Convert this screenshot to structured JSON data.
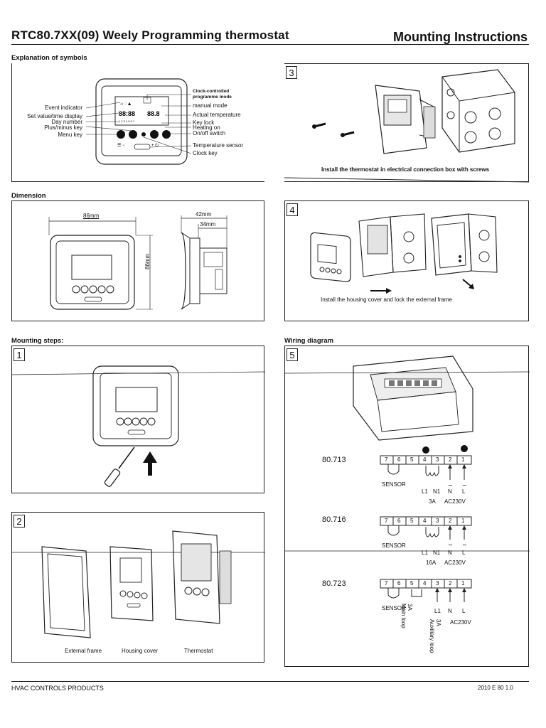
{
  "header": {
    "title": "RTC80.7XX(09) Weely Programming thermostat",
    "right_title": "Mounting Instructions"
  },
  "symbols": {
    "heading": "Explanation of symbols",
    "left_labels": [
      "Event indicator",
      "Set value/time display",
      "Day number",
      "Plus/minus key",
      "Menu key"
    ],
    "right_labels": [
      "Clock-controlled",
      "programme mode",
      "manual mode",
      "Actual temperature",
      "Key lock",
      "Heating on",
      "On/off switch",
      "Temperature sensor",
      "Clock key"
    ],
    "display_digits_1": "88:88",
    "display_digits_2": "88.8",
    "day_strip": "1 2 3 4 5 6 7"
  },
  "dimension": {
    "heading": "Dimension",
    "width": "86mm",
    "height": "86mm",
    "depth_total": "42mm",
    "depth_inner": "34mm"
  },
  "step3": {
    "number": "3",
    "caption": "Install the thermostat in electrical connection box with screws"
  },
  "step4": {
    "number": "4",
    "caption": "Install the housing cover and lock the external frame"
  },
  "mounting": {
    "heading": "Mounting steps:",
    "step1_number": "1",
    "step2_number": "2",
    "labels": [
      "External frame",
      "Housing cover",
      "Thermostat"
    ]
  },
  "wiring": {
    "heading": "Wiring diagram",
    "step5_number": "5",
    "terminals": [
      "7",
      "6",
      "5",
      "4",
      "3",
      "2",
      "1"
    ],
    "sensor_label": "SENSOR",
    "models": [
      {
        "model": "80.713",
        "loads": [
          "L1",
          "N1",
          "N",
          "L"
        ],
        "rating": "3A",
        "supply": "AC230V"
      },
      {
        "model": "80.716",
        "loads": [
          "L1",
          "N1",
          "N",
          "L"
        ],
        "rating": "16A",
        "supply": "AC230V"
      },
      {
        "model": "80.723",
        "loads": [
          "L1",
          "N",
          "L"
        ],
        "rating_main": "3A",
        "main_loop": "Main loop",
        "rating_aux": "3A",
        "aux_loop": "Auxiliary loop",
        "supply": "AC230V"
      }
    ]
  },
  "footer": {
    "left": "HVAC CONTROLS PRODUCTS",
    "right": "2010 E 80 1.0"
  }
}
